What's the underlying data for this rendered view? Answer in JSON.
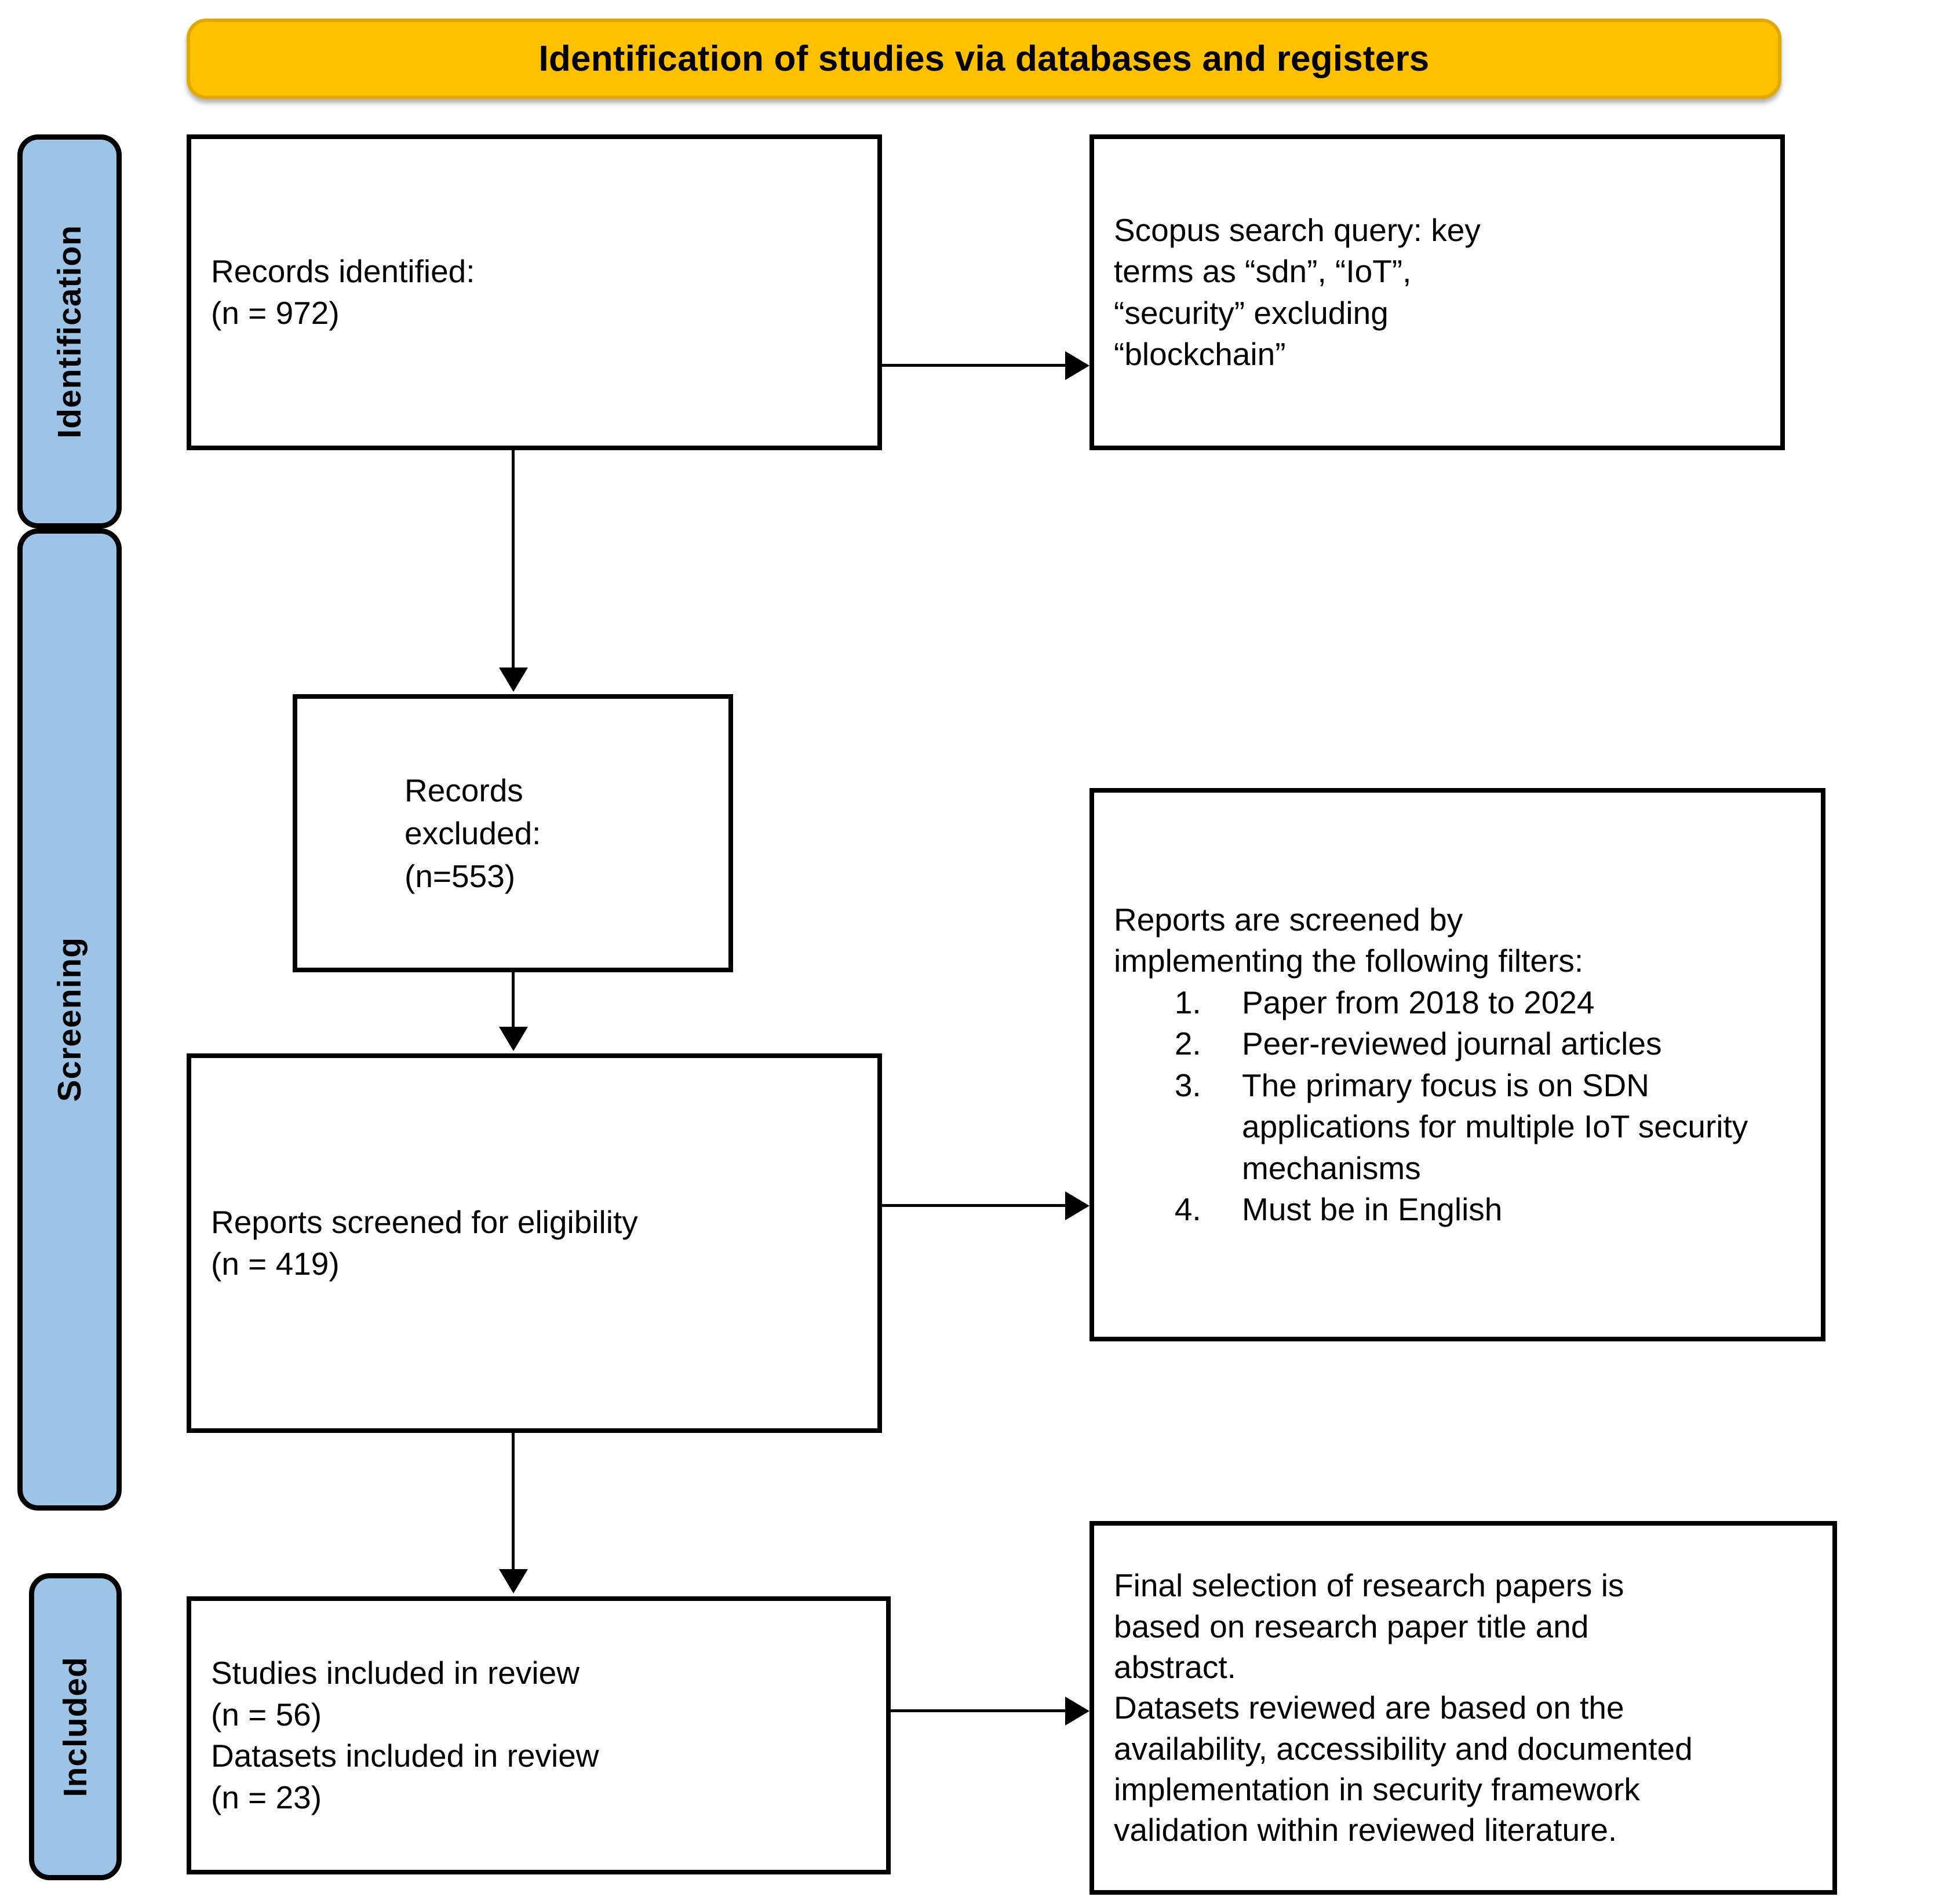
{
  "header": {
    "title": "Identification of studies via databases and registers",
    "background_color": "#FFC000"
  },
  "rails": {
    "background_color": "#9DC3E6",
    "items": [
      {
        "label": "Identification"
      },
      {
        "label": "Screening"
      },
      {
        "label": "Included"
      }
    ]
  },
  "boxes": {
    "records_identified": {
      "lines": [
        "Records identified:",
        "(n = 972)"
      ],
      "count": 972
    },
    "scopus_query": {
      "lines": [
        "Scopus search query: key",
        "terms as “sdn”, “IoT”,",
        "“security” excluding",
        "“blockchain”"
      ]
    },
    "records_excluded": {
      "lines": [
        "Records",
        "excluded:",
        "(n=553)"
      ],
      "count": 553
    },
    "reports_screened": {
      "lines": [
        "Reports screened for eligibility",
        "(n = 419)"
      ],
      "count": 419
    },
    "filters": {
      "intro_lines": [
        "Reports are screened by",
        "implementing the following filters:"
      ],
      "items": [
        "Paper from 2018 to 2024",
        "Peer-reviewed journal articles",
        "The primary focus is on SDN applications for multiple IoT security mechanisms",
        "Must be in English"
      ]
    },
    "studies_included": {
      "lines": [
        "Studies included in review",
        "(n = 56)",
        "Datasets included in review",
        "(n = 23)"
      ],
      "studies_count": 56,
      "datasets_count": 23
    },
    "final_selection": {
      "lines": [
        "Final selection of research papers is",
        "based on research paper title and",
        "abstract.",
        "Datasets reviewed are based on the",
        "availability, accessibility and documented",
        "implementation in security framework",
        "validation within reviewed literature."
      ]
    }
  }
}
